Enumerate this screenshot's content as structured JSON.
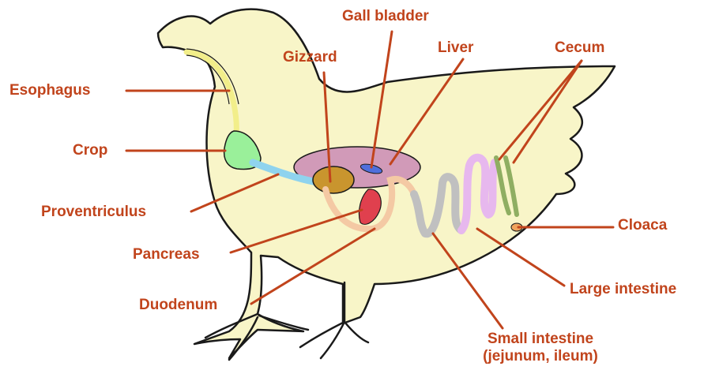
{
  "colors": {
    "label_text": "#c1441c",
    "leader_line": "#c1441c",
    "body_fill": "#f8f5c8",
    "outline": "#1a1a1a",
    "esophagus": "#f2ee8a",
    "crop": "#9af09a",
    "proventriculus": "#8fd3ee",
    "gizzard": "#c9952e",
    "liver": "#d19ab8",
    "gall_bladder": "#4f6fdc",
    "pancreas": "#e0404e",
    "duodenum": "#f4c9a4",
    "small_intestine": "#c0c0c0",
    "large_intestine": "#e7b8ee",
    "cecum": "#8fae62",
    "cloaca": "#f0a45c"
  },
  "labels": {
    "esophagus": "Esophagus",
    "crop": "Crop",
    "proventriculus": "Proventriculus",
    "pancreas": "Pancreas",
    "duodenum": "Duodenum",
    "gizzard": "Gizzard",
    "gall_bladder": "Gall bladder",
    "liver": "Liver",
    "cecum": "Cecum",
    "cloaca": "Cloaca",
    "large_intestine": "Large intestine",
    "small_intestine_line1": "Small intestine",
    "small_intestine_line2": "(jejunum, ileum)"
  }
}
